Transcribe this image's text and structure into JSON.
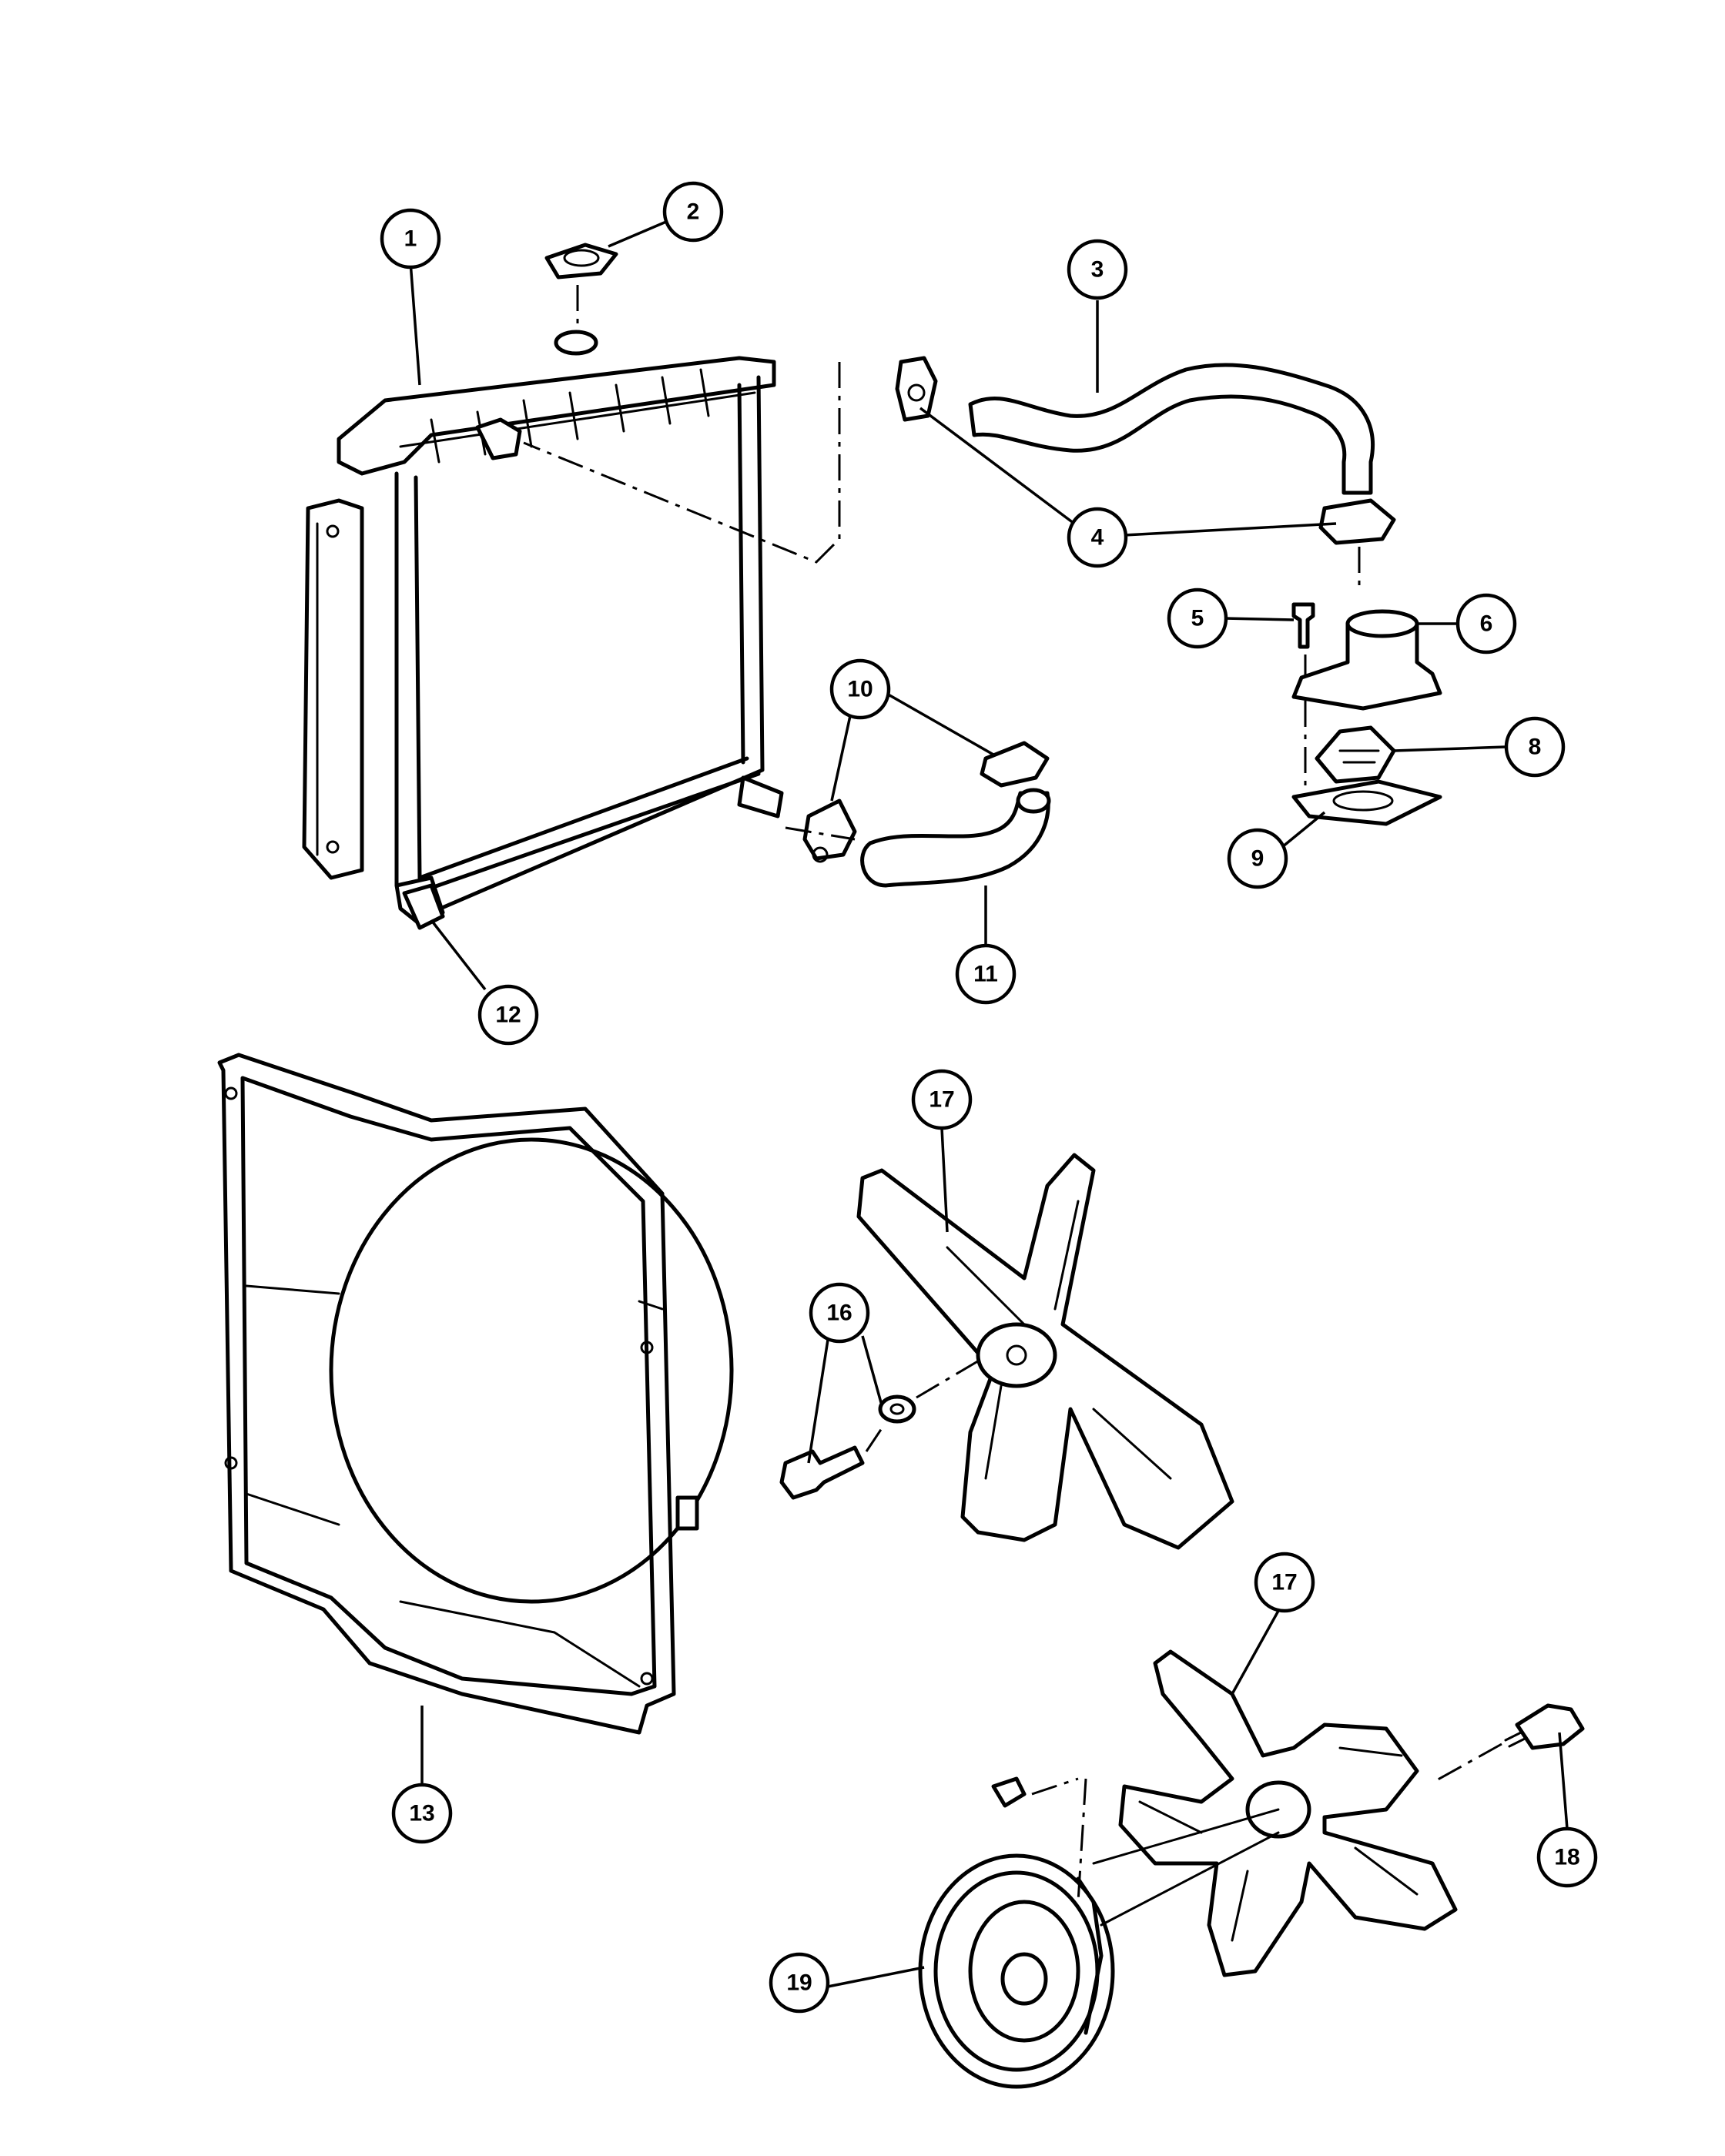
{
  "callouts": [
    {
      "id": "c1",
      "label": "1"
    },
    {
      "id": "c2",
      "label": "2"
    },
    {
      "id": "c3",
      "label": "3"
    },
    {
      "id": "c4",
      "label": "4"
    },
    {
      "id": "c5",
      "label": "5"
    },
    {
      "id": "c6",
      "label": "6"
    },
    {
      "id": "c8",
      "label": "8"
    },
    {
      "id": "c9",
      "label": "9"
    },
    {
      "id": "c10",
      "label": "10"
    },
    {
      "id": "c11",
      "label": "11"
    },
    {
      "id": "c12",
      "label": "12"
    },
    {
      "id": "c13",
      "label": "13"
    },
    {
      "id": "c16",
      "label": "16"
    },
    {
      "id": "c17a",
      "label": "17"
    },
    {
      "id": "c17b",
      "label": "17"
    },
    {
      "id": "c18",
      "label": "18"
    },
    {
      "id": "c19",
      "label": "19"
    }
  ]
}
